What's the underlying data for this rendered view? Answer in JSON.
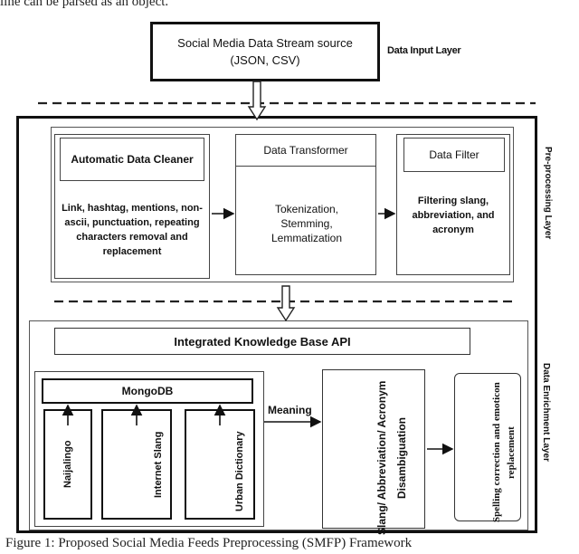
{
  "top_caption": "line can be parsed as an object.",
  "bottom_caption": "Figure 1: Proposed Social Media Feeds Preprocessing (SMFP) Framework",
  "input": {
    "title": "Social Media Data Stream source",
    "formats": "(JSON, CSV)",
    "layer_label": "Data Input Layer"
  },
  "preprocessing": {
    "layer_label": "Pre-processing Layer",
    "cleaner": {
      "title": "Automatic Data Cleaner",
      "desc": "Link, hashtag, mentions, non-ascii, punctuation, repeating characters removal and replacement"
    },
    "transformer": {
      "title": "Data Transformer",
      "desc": "Tokenization, Stemming, Lemmatization"
    },
    "filter": {
      "title": "Data Filter",
      "desc": "Filtering slang, abbreviation, and acronym"
    }
  },
  "enrichment": {
    "layer_label": "Data Enrichment Layer",
    "kb_api": "Integrated Knowledge Base API",
    "db": "MongoDB",
    "sources": [
      "Naijalingo",
      "Internet Slang",
      "Urban Dictionary"
    ],
    "meaning_label": "Meaning",
    "disambiguation": "Slang/ Abbreviation/ Acronym Disambiguation",
    "correction": "Spelling correction and emoticon replacement"
  }
}
